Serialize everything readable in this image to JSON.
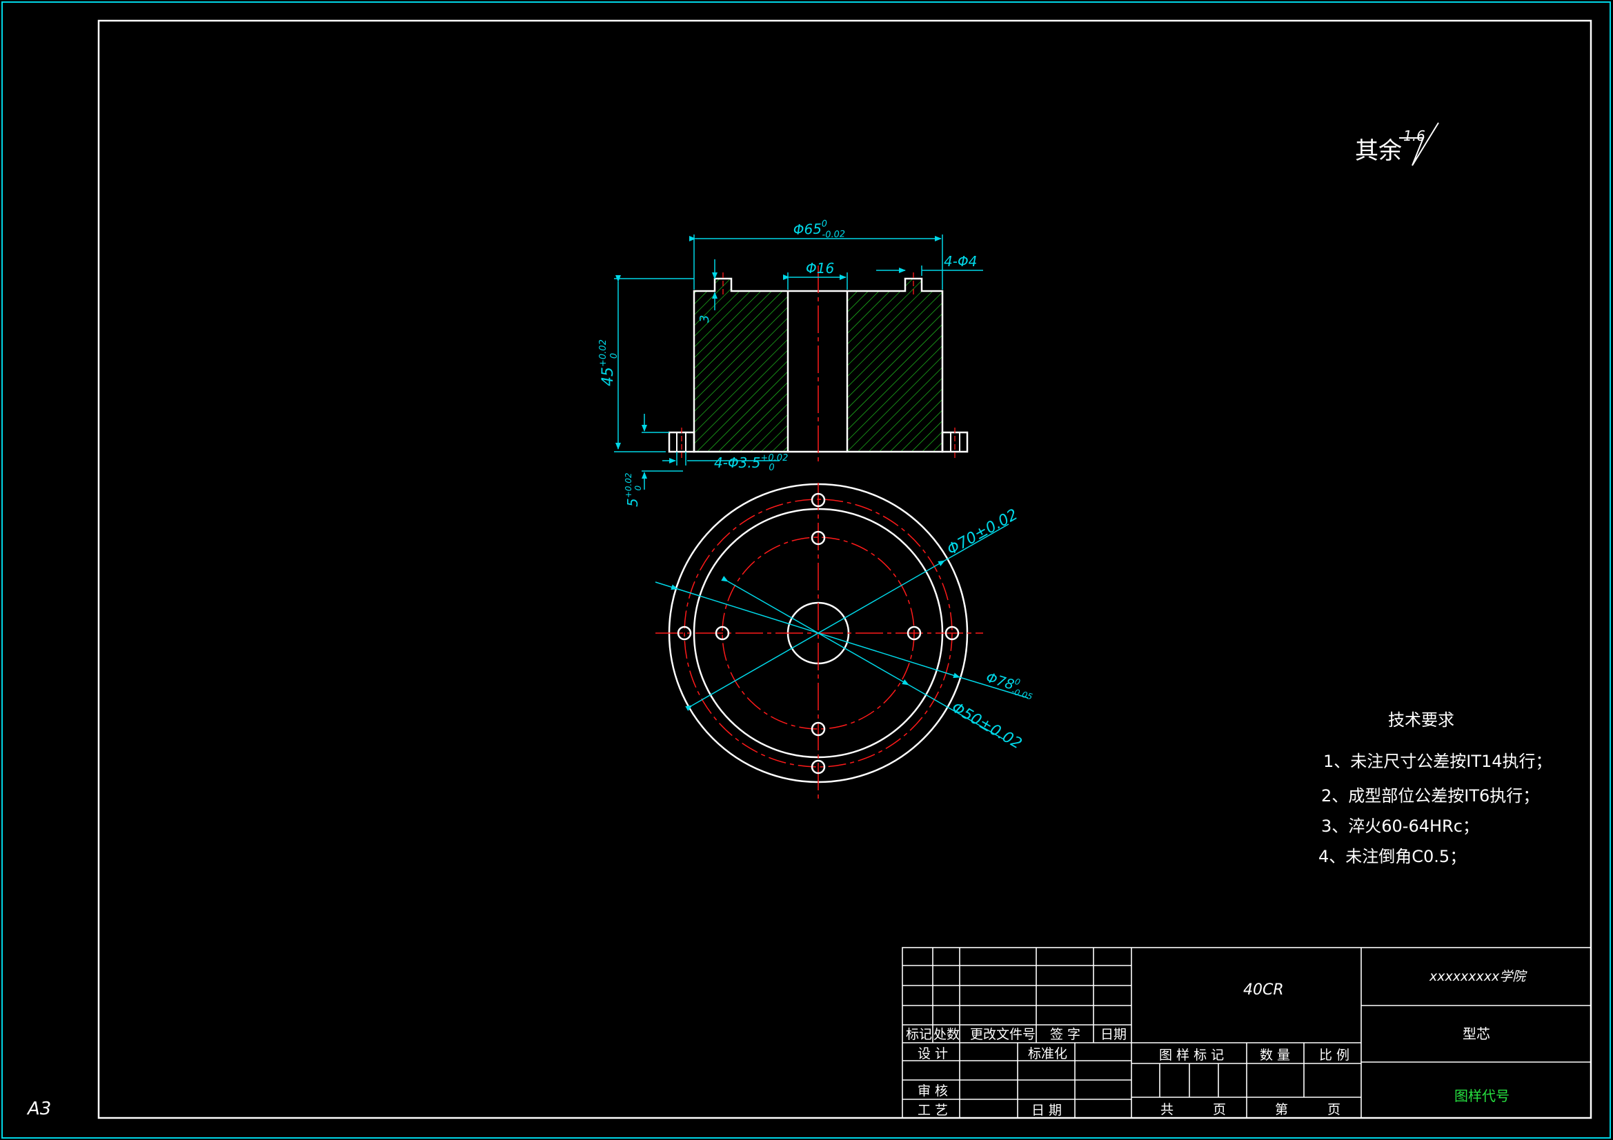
{
  "sheet": {
    "size_label": "A3"
  },
  "surface_finish": {
    "prefix": "其余",
    "ra": "1.6"
  },
  "dimensions": {
    "outer_diameter": {
      "sym": "Φ65",
      "upper": "0",
      "lower": "-0.02"
    },
    "holes_top": "4-Φ4",
    "bore": "Φ16",
    "height": {
      "base": "45",
      "upper": "+0.02",
      "lower": "0"
    },
    "slot_depth": "3",
    "holes_flange": {
      "base": "4-Φ3.5",
      "upper": "+0.02",
      "lower": "0"
    },
    "flange_thickness": {
      "base": "5",
      "upper": "+0.02",
      "lower": "0"
    },
    "d70": "Φ70±0.02",
    "d78": {
      "base": "Φ78",
      "upper": "0",
      "lower": "-0.05"
    },
    "d50": "Φ50±0.02"
  },
  "tech_req": {
    "title": "技术要求",
    "items": [
      "1、未注尺寸公差按IT14执行；",
      "2、成型部位公差按IT6执行；",
      "3、淬火60-64HRc；",
      "4、未注倒角C0.5；"
    ]
  },
  "title_block": {
    "material": "40CR",
    "school": "xxxxxxxxx学院",
    "part_name": "型芯",
    "drawing_code": "图样代号",
    "rev_headers": [
      "标记",
      "处数",
      "更改文件号",
      "签 字",
      "日期"
    ],
    "design": "设 计",
    "standard": "标准化",
    "review": "审 核",
    "process": "工 艺",
    "date": "日 期",
    "sample_mark": "图 样 标 记",
    "quantity": "数 量",
    "scale": "比 例",
    "total_sheets": "共　　　页",
    "sheet_no": "第　　　页"
  },
  "colors": {
    "frame": "#ffffff",
    "outline": "#ffffff",
    "dimension": "#00d8e8",
    "centerline": "#ff1a1a",
    "hatch": "#1fc41f",
    "drawing_code": "#26e040"
  }
}
